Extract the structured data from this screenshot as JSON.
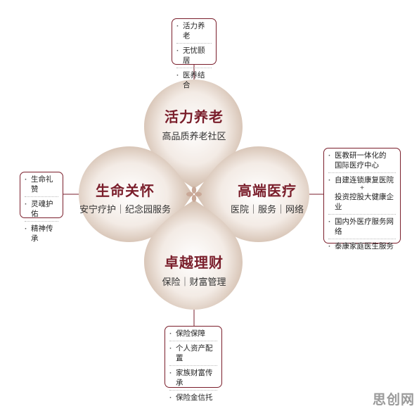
{
  "diagram": {
    "top": {
      "title": "活力养老",
      "subtitle": "高品质养老社区",
      "details": [
        "活力养老",
        "无忧颐居",
        "医养结合"
      ]
    },
    "right": {
      "title": "高端医疗",
      "subtitle": "医院｜服务｜网络",
      "details": {
        "line1a": "医教研一体化的",
        "line1b": "国际医疗中心",
        "line2a": "自建连锁康复医院",
        "plus": "+",
        "line2b": "投资控股大健康企业",
        "line3": "国内外医疗服务网络",
        "line4": "泰康家庭医生服务"
      }
    },
    "left": {
      "title": "生命关怀",
      "subtitle": "安宁疗护｜纪念园服务",
      "details": [
        "生命礼赞",
        "灵魂护佑",
        "精神传承"
      ]
    },
    "bottom": {
      "title": "卓越理财",
      "subtitle": "保险｜财富管理",
      "details": [
        "保险保障",
        "个人资产配置",
        "家族财富传承",
        "保险金信托"
      ]
    }
  },
  "watermark": "思创网",
  "colors": {
    "accent": "#7a1e2b",
    "petal_light": "#ffffff",
    "petal_dark": "#cdb6a5",
    "center_icon": "#c9a897"
  }
}
